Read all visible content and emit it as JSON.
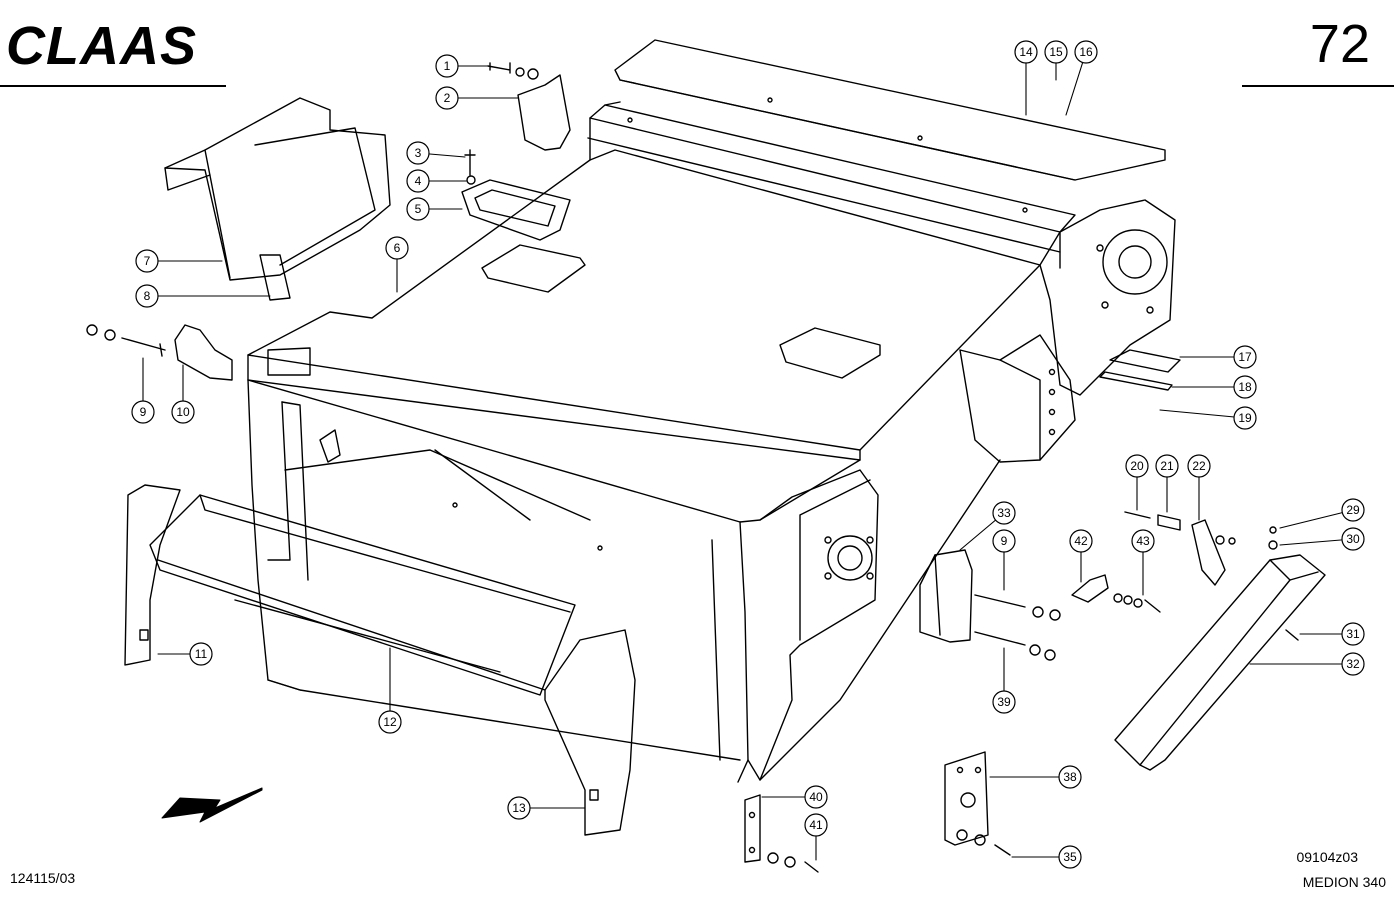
{
  "header": {
    "brand": "CLAAS",
    "page_number": "72"
  },
  "footer": {
    "document_id": "124115/03",
    "drawing_code": "09104z03",
    "model": "MEDION 340"
  },
  "callouts": [
    {
      "number": "1"
    },
    {
      "number": "2"
    },
    {
      "number": "3"
    },
    {
      "number": "4"
    },
    {
      "number": "5"
    },
    {
      "number": "6"
    },
    {
      "number": "7"
    },
    {
      "number": "8"
    },
    {
      "number": "9"
    },
    {
      "number": "10"
    },
    {
      "number": "11"
    },
    {
      "number": "12"
    },
    {
      "number": "13"
    },
    {
      "number": "14"
    },
    {
      "number": "15"
    },
    {
      "number": "16"
    },
    {
      "number": "17"
    },
    {
      "number": "18"
    },
    {
      "number": "19"
    },
    {
      "number": "20"
    },
    {
      "number": "21"
    },
    {
      "number": "22"
    },
    {
      "number": "29"
    },
    {
      "number": "30"
    },
    {
      "number": "31"
    },
    {
      "number": "32"
    },
    {
      "number": "33"
    },
    {
      "number": "9"
    },
    {
      "number": "42"
    },
    {
      "number": "43"
    },
    {
      "number": "39"
    },
    {
      "number": "38"
    },
    {
      "number": "35"
    },
    {
      "number": "40"
    },
    {
      "number": "41"
    }
  ],
  "colors": {
    "ink": "#000000",
    "paper": "#ffffff"
  },
  "icons": {
    "direction": "forward-direction-arrow-icon"
  }
}
